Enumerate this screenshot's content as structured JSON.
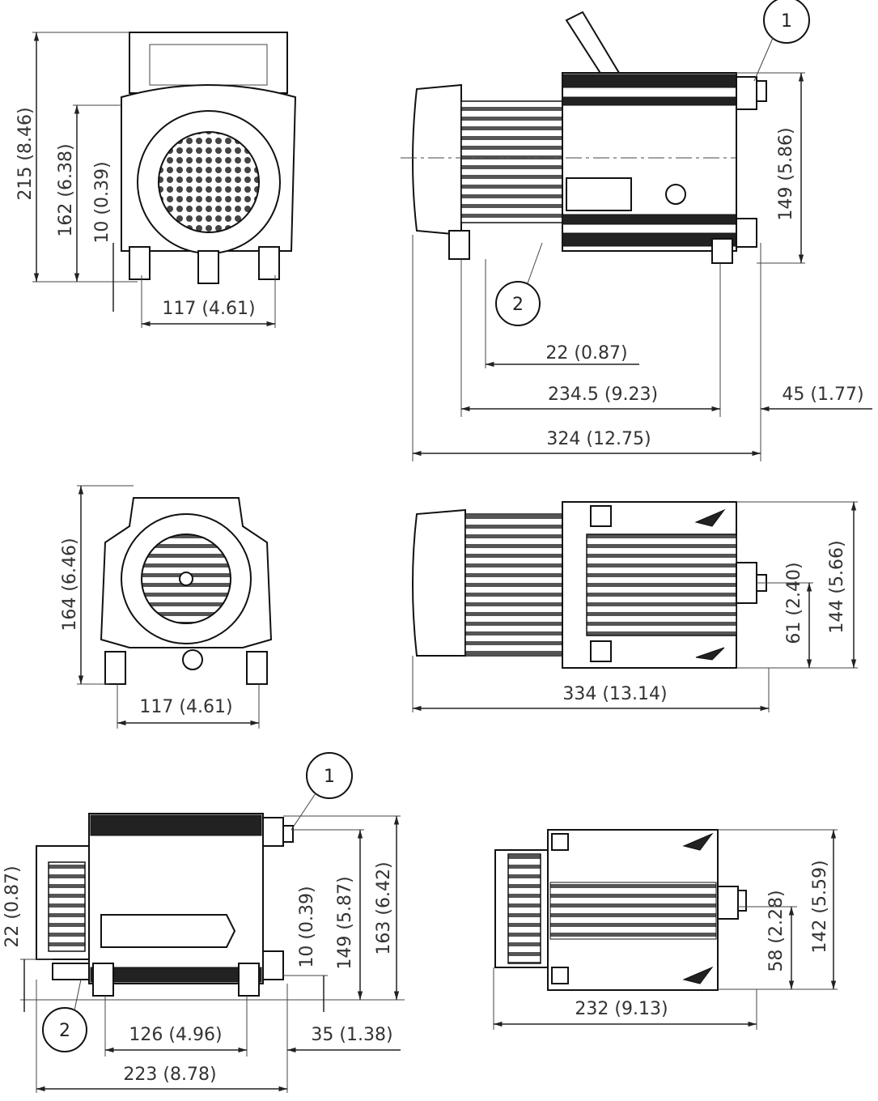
{
  "drawing": {
    "view_front_top": {
      "dims": {
        "height_total": "215 (8.46)",
        "height_axis": "162 (6.38)",
        "foot": "10 (0.39)",
        "width_feet": "117 (4.61)"
      }
    },
    "view_side_top": {
      "callouts": {
        "one": "1",
        "two": "2"
      },
      "dims": {
        "height": "149 (5.86)",
        "offset": "22 (0.87)",
        "feet_spacing": "234.5 (9.23)",
        "overhang": "45 (1.77)",
        "length": "324 (12.75)"
      }
    },
    "view_front_mid": {
      "dims": {
        "height": "164 (6.46)",
        "width_feet": "117 (4.61)"
      }
    },
    "view_top_mid": {
      "dims": {
        "depth": "144 (5.66)",
        "port_offset": "61 (2.40)",
        "length": "334 (13.14)"
      }
    },
    "view_side_bottom": {
      "callouts": {
        "one": "1",
        "two": "2"
      },
      "dims": {
        "offset_left": "22 (0.87)",
        "foot": "10 (0.39)",
        "height": "149 (5.87)",
        "height_total": "163 (6.42)",
        "feet_spacing": "126 (4.96)",
        "overhang": "35 (1.38)",
        "length": "223 (8.78)"
      }
    },
    "view_top_bottom": {
      "dims": {
        "port_offset": "58 (2.28)",
        "depth": "142 (5.59)",
        "length": "232 (9.13)"
      }
    }
  }
}
